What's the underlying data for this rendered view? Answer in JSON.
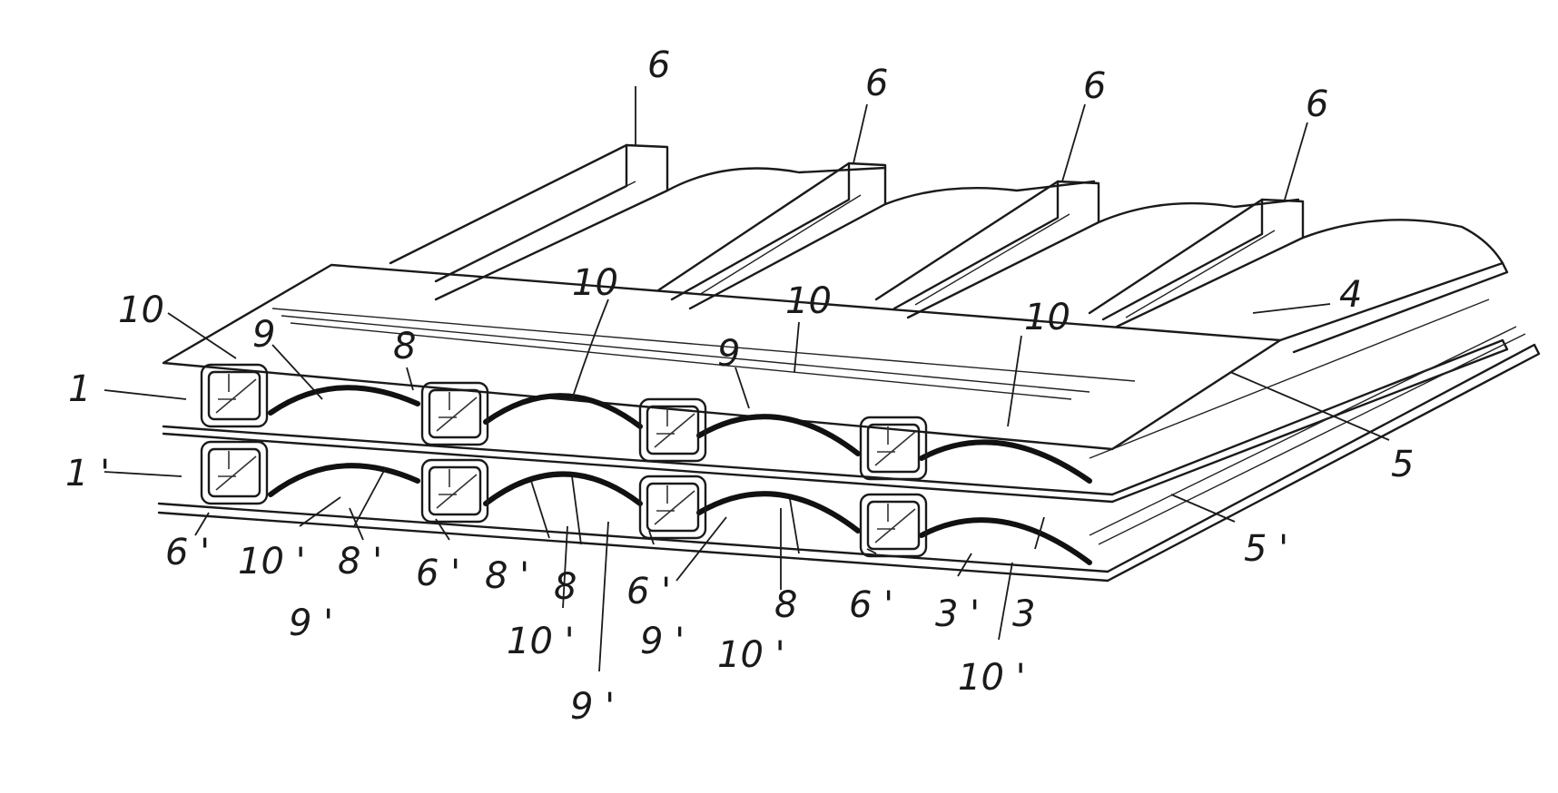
{
  "labels": {
    "n6": "6",
    "n10": "10",
    "n9": "9",
    "n8": "8",
    "n4": "4",
    "n5": "5",
    "n1": "1",
    "n1p": "1 '",
    "n6p": "6 '",
    "n10p": "10 '",
    "n8p": "8 '",
    "n9p": "9 '",
    "n5p": "5 '",
    "n3": "3",
    "n3p": "3 '"
  }
}
